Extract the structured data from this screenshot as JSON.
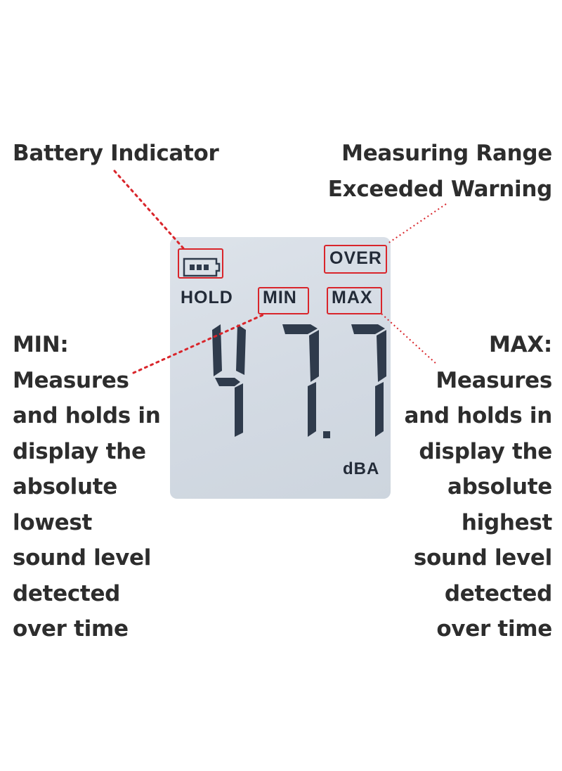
{
  "labels": {
    "battery": [
      "Battery Indicator"
    ],
    "range_warning": [
      "Measuring Range",
      "Exceeded Warning"
    ],
    "min": [
      "MIN:",
      "Measures",
      "and holds in",
      "display the",
      "absolute",
      "lowest",
      "sound level",
      "detected",
      "over time"
    ],
    "max": [
      "MAX:",
      "Measures",
      "and holds in",
      "display the",
      "absolute",
      "highest",
      "sound level",
      "detected",
      "over time"
    ]
  },
  "display": {
    "over": "OVER",
    "hold": "HOLD",
    "min": "MIN",
    "max": "MAX",
    "reading": "47.7",
    "unit": "dBA",
    "battery_icon": "battery-full-icon"
  },
  "colors": {
    "accent": "#d9252b",
    "lcd_background": "#d3dae3",
    "segment": "#2f3b4c",
    "text": "#2d2d2d"
  }
}
